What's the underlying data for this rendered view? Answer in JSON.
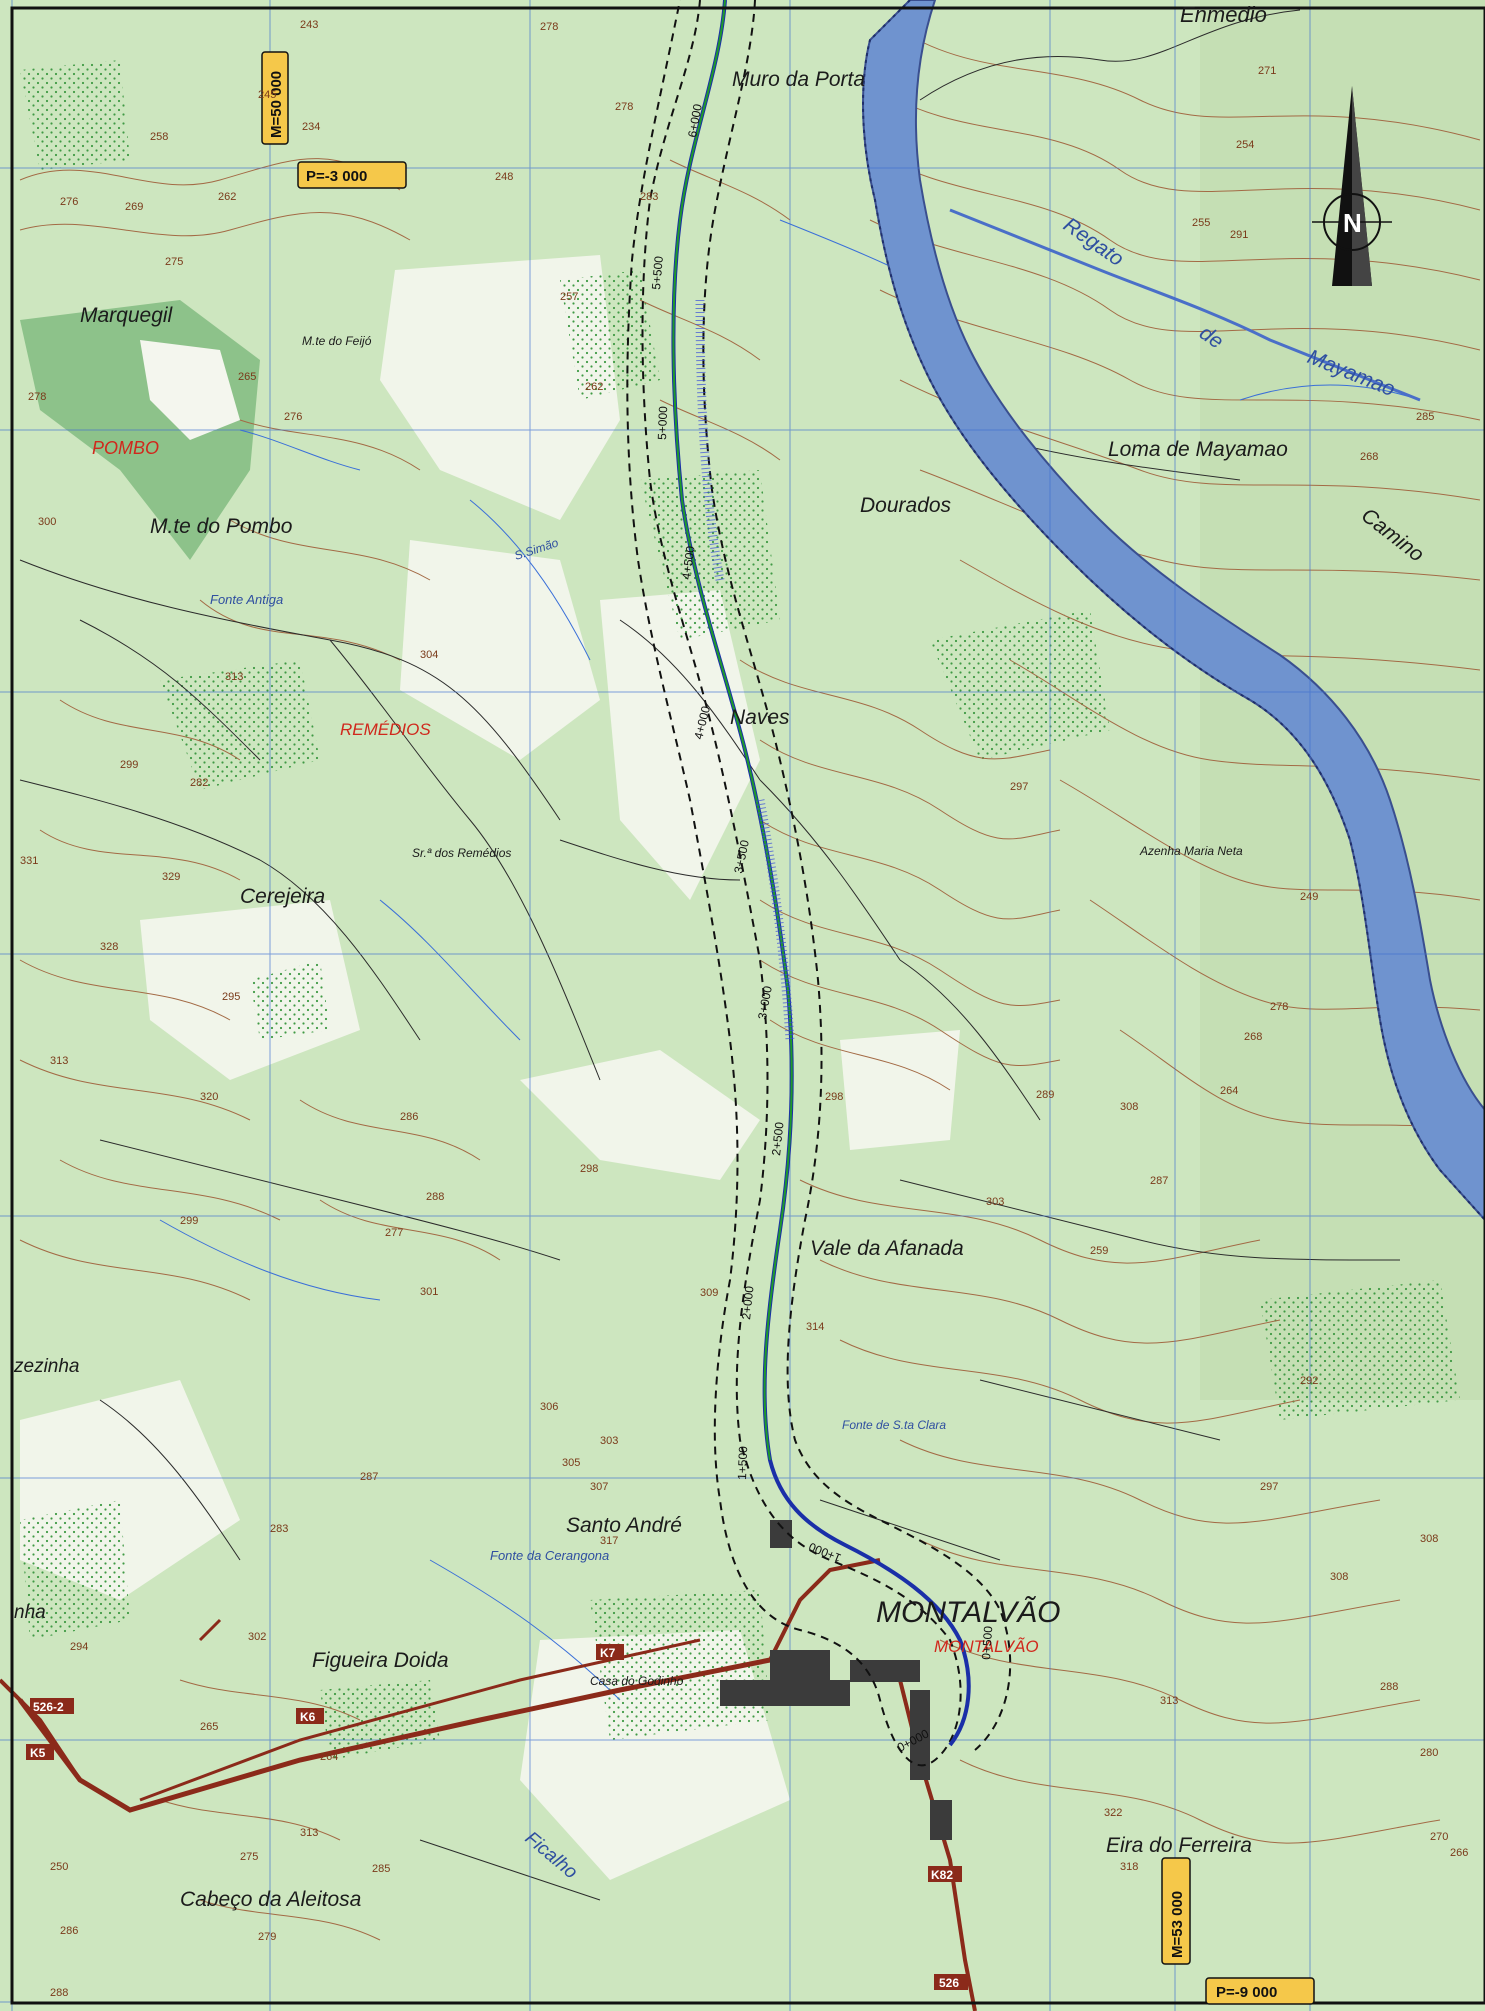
{
  "colors": {
    "land": "#cde6bf",
    "land_dark": "#b6d9a6",
    "clearing": "#f4f6ee",
    "forest_dark": "#8dc28a",
    "reservoir": "#6f93cf",
    "reservoir_edge": "#3a4f8f",
    "contour": "#a36a45",
    "grid": "#3f6fd0",
    "road": "#8b2a1a",
    "route_blue": "#1a2fa8",
    "route_green": "#1f9a2a",
    "corridor": "#111111",
    "label_box": "#f5c84a"
  },
  "coord_labels": {
    "m50": "M=50 000",
    "p3": "P=-3 000",
    "m53": "M=53 000",
    "p9": "P=-9 000"
  },
  "north_arrow": {
    "icon": "north-arrow-icon",
    "letter": "N"
  },
  "places": {
    "enmedio": "Enmedio",
    "muro_da_porta": "Muro da Porta",
    "marquegil": "Marquegil",
    "mte_feijo": "M.te do Feijó",
    "pombo_red": "POMBO",
    "mte_pombo": "M.te do Pombo",
    "fonte_antiga": "Fonte Antiga",
    "s_simao": "S.Simão",
    "dourados": "Dourados",
    "regato": "Regato",
    "de": "de",
    "mayamao": "Mayamao",
    "loma": "Loma de Mayamao",
    "camino": "Camino",
    "remedios_red": "REMÉDIOS",
    "naves": "Naves",
    "sr_remedios": "Sr.ª dos Remédios",
    "azenha": "Azenha Maria Neta",
    "cerejeira": "Cerejeira",
    "vale_afanada": "Vale da Afanada",
    "zezinha": "zezinha",
    "fonte_sta_clara": "Fonte de S.ta Clara",
    "santo_andre": "Santo André",
    "fonte_cerangona": "Fonte da Cerangona",
    "montalvao": "MONTALVÃO",
    "montalvao_red": "MONTALVÃO",
    "nha": "nha",
    "figueira": "Figueira Doida",
    "casa_godinho": "Casa do Godinho",
    "eira_ferreira": "Eira do Ferreira",
    "ficalho": "Ficalho",
    "cabeco": "Cabeço da Aleitosa"
  },
  "chainages": [
    "6+000",
    "5+500",
    "5+000",
    "4+500",
    "4+000",
    "3+500",
    "3+000",
    "2+500",
    "2+000",
    "1+500",
    "1+000",
    "0+500",
    "0+000"
  ],
  "road_codes": {
    "k5": "K5",
    "k6": "K6",
    "k7": "K7",
    "k82": "K82",
    "r526": "526",
    "r5262": "526-2"
  },
  "heights": [
    "243",
    "258",
    "245",
    "234",
    "276",
    "269",
    "262",
    "275",
    "278",
    "278",
    "283",
    "248",
    "257",
    "262",
    "278",
    "276",
    "265",
    "300",
    "304",
    "313",
    "299",
    "282",
    "331",
    "329",
    "295",
    "328",
    "313",
    "320",
    "299",
    "277",
    "286",
    "288",
    "301",
    "298",
    "309",
    "303",
    "305",
    "283",
    "287",
    "302",
    "265",
    "264",
    "275",
    "313",
    "285",
    "279",
    "294",
    "250",
    "286",
    "288",
    "307",
    "306",
    "317",
    "314",
    "298",
    "303",
    "289",
    "308",
    "259",
    "287",
    "292",
    "297",
    "308",
    "313",
    "308",
    "322",
    "318",
    "280",
    "270",
    "266",
    "288",
    "278",
    "268",
    "264",
    "249",
    "268",
    "285",
    "271",
    "254",
    "255",
    "291",
    "297"
  ]
}
